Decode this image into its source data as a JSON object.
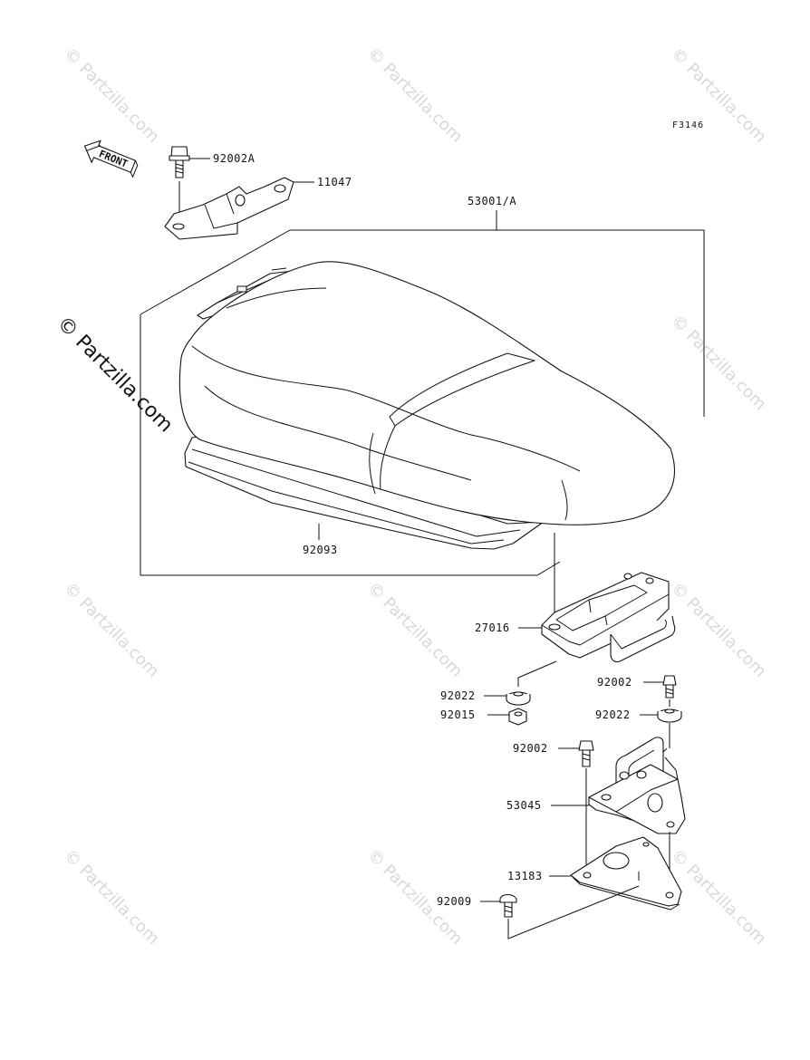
{
  "ref_code": "F3146",
  "front_label": "FRONT",
  "copyright": "© Partzilla.com",
  "watermark": "© Partzilla.com",
  "parts": [
    {
      "id": "92002A"
    },
    {
      "id": "11047"
    },
    {
      "id": "53001/A"
    },
    {
      "id": "92093"
    },
    {
      "id": "27016"
    },
    {
      "id": "92022"
    },
    {
      "id": "92015"
    },
    {
      "id": "92002"
    },
    {
      "id": "92022"
    },
    {
      "id": "92002"
    },
    {
      "id": "53045"
    },
    {
      "id": "13183"
    },
    {
      "id": "92009"
    }
  ]
}
